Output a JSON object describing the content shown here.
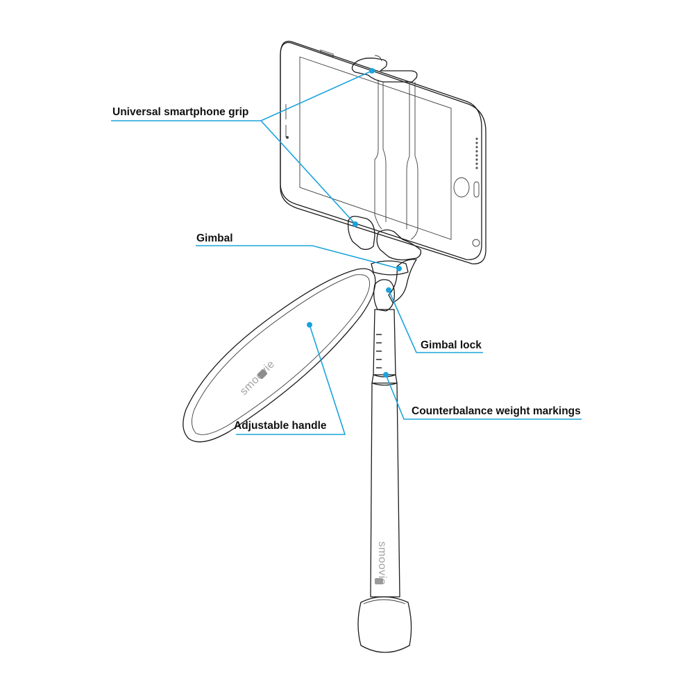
{
  "colors": {
    "accent": "#1aa3dc",
    "label_text": "#111111",
    "outline": "#1a1a1a",
    "phone_fill": "#b3b3b3",
    "brand_text": "#a3a3a3"
  },
  "callouts": [
    {
      "id": "grip",
      "label": "Universal smartphone grip"
    },
    {
      "id": "gimbal",
      "label": "Gimbal"
    },
    {
      "id": "gimbal_lock",
      "label": "Gimbal lock"
    },
    {
      "id": "counterbalance",
      "label": "Counterbalance weight markings"
    },
    {
      "id": "handle",
      "label": "Adjustable handle"
    }
  ],
  "brand": {
    "wordmark": "smoovie"
  }
}
